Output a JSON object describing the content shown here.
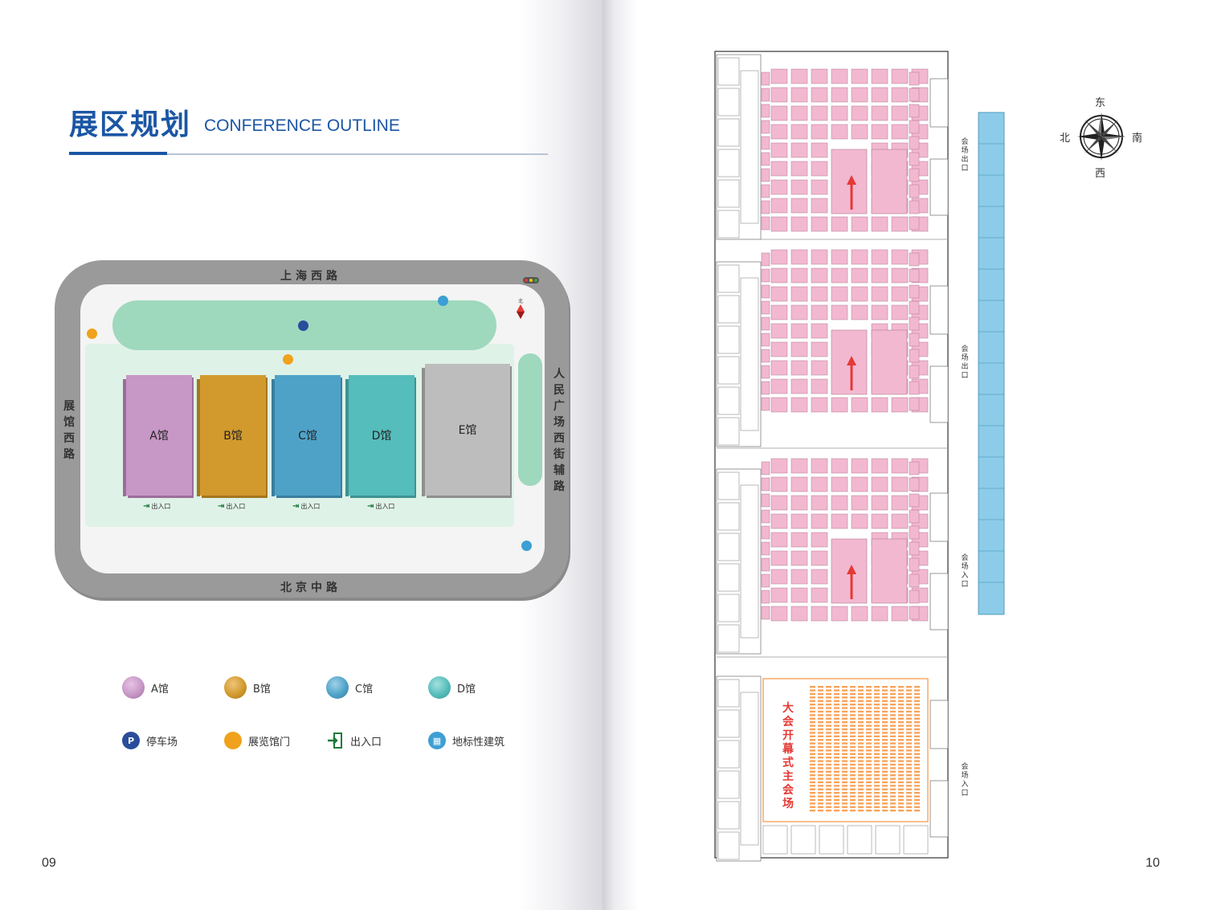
{
  "header": {
    "title_cn": "展区规划",
    "title_en": "CONFERENCE OUTLINE"
  },
  "pages": {
    "left": "09",
    "right": "10"
  },
  "site_map": {
    "roads": {
      "top": "上海西路",
      "bottom": "北京中路",
      "left": "展馆西路",
      "right": "人民广场西街辅路"
    },
    "halls": [
      {
        "label": "A馆",
        "color": "#c797c5"
      },
      {
        "label": "B馆",
        "color": "#d29a2d"
      },
      {
        "label": "C馆",
        "color": "#4ea2c8"
      },
      {
        "label": "D馆",
        "color": "#55bdbb"
      },
      {
        "label": "E馆",
        "color": "#bdbdbd"
      }
    ],
    "exit_label": "出入口",
    "north": "北",
    "colors": {
      "road": "#8a8a8a",
      "ground": "#f3f4f3",
      "green": "#9ed8bd",
      "green_light": "#dff2e8"
    }
  },
  "legend": [
    {
      "label": "A馆",
      "color": "#c797c5"
    },
    {
      "label": "B馆",
      "color": "#d29a2d"
    },
    {
      "label": "C馆",
      "color": "#4ea2c8"
    },
    {
      "label": "D馆",
      "color": "#55bdbb"
    },
    {
      "label": "停车场",
      "icon": "parking-icon",
      "color": "#2a4d9b"
    },
    {
      "label": "展览馆门",
      "icon": "gate-icon",
      "color": "#f0a21d"
    },
    {
      "label": "出入口",
      "icon": "exit-icon",
      "color": "#1d7a3a"
    },
    {
      "label": "地标性建筑",
      "icon": "landmark-icon",
      "color": "#3d9fd4"
    }
  ],
  "floor_plan": {
    "compass": {
      "east": "东",
      "west": "西",
      "south": "南",
      "north": "北"
    },
    "labels": {
      "exit_1": "会场出口",
      "exit_2": "会场出口",
      "entrance_1": "会场入口",
      "entrance_2": "会场入口",
      "main_venue": "大会开幕式主会场"
    },
    "colors": {
      "booth": "#f2b8d0",
      "strip": "#8dcce8",
      "arrow": "#e53935",
      "venue": "#f7a45c"
    }
  }
}
